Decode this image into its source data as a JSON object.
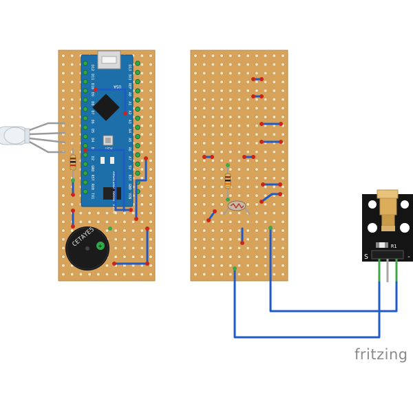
{
  "nano": {
    "top_label": "USA",
    "pins_left": [
      "D12",
      "D11",
      "D10",
      "D9",
      "D8",
      "D7",
      "D6",
      "D5",
      "D4",
      "D3",
      "D2",
      "GND",
      "RST",
      "RX0",
      "TX1"
    ],
    "pins_right": [
      "D13",
      "3V3",
      "REF",
      "A0",
      "A1",
      "A2",
      "A3",
      "A4",
      "A5",
      "A6",
      "A7",
      "5V",
      "RST",
      "GND",
      "VIN"
    ],
    "board_name": "ARDUINO NANO V3.0",
    "rst_label": "RST"
  },
  "buzzer": {
    "label": "CETAYE5"
  },
  "laser_module": {
    "pin_left": "S",
    "pin_right": "-",
    "silk": "R1"
  },
  "brand": {
    "text": "fritzing"
  },
  "colors": {
    "stripboard": "#d7a25a",
    "hole": "#f4e6c4",
    "wire": "#1f5bc7",
    "wire_end": "#3fa64a",
    "arduino": "#1c6fa8"
  }
}
